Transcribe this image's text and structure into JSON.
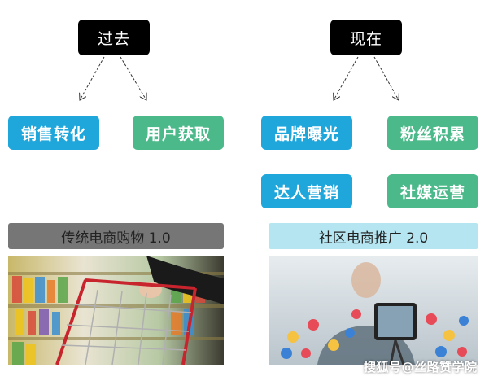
{
  "past": {
    "title": "过去",
    "items": [
      "销售转化",
      "用户获取"
    ],
    "era_label": "传统电商购物 1.0"
  },
  "present": {
    "title": "现在",
    "items": [
      "品牌曝光",
      "粉丝积累",
      "达人营销",
      "社媒运营"
    ],
    "era_label": "社区电商推广 2.0"
  },
  "watermark": "搜狐号@丝路赞学院",
  "colors": {
    "blue": "#1fa7dc",
    "green": "#4cb98a",
    "black": "#000000",
    "gray_bar": "#767676",
    "light_blue_bar": "#b5e5f0"
  }
}
